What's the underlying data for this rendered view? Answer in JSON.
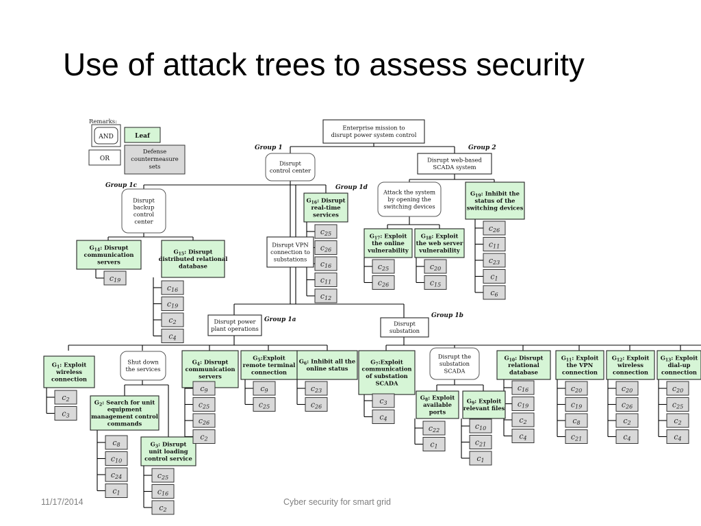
{
  "slide": {
    "title": "Use of attack trees to assess security",
    "footer_date": "11/17/2014",
    "footer_center": "Cyber security for smart grid"
  },
  "colors": {
    "and_node": "#ffffff",
    "leaf_node": "#d6f5d6",
    "countermeasure": "#d9d9d9",
    "line": "#000000"
  },
  "remarks": {
    "heading": "Remarks:",
    "and_label": "AND",
    "leaf_label": "Leaf",
    "or_label": "OR",
    "defense_label": [
      "Defense",
      "countermeasure",
      "sets"
    ]
  },
  "groups": {
    "g1": "Group 1",
    "g2": "Group 2",
    "g1a": "Group 1a",
    "g1b": "Group 1b",
    "g1c": "Group 1c",
    "g1d": "Group 1d"
  },
  "nodes": {
    "root": [
      "Enterprise mission to",
      "disrupt power system control"
    ],
    "control_center": [
      "Disrupt",
      "control center"
    ],
    "scada_web": [
      "Disrupt web-based",
      "SCADA system"
    ],
    "backup_cc": [
      "Disrupt",
      "backup",
      "control",
      "center"
    ],
    "g16": [
      "G16: Disrupt",
      "real-time",
      "services"
    ],
    "attack_switch": [
      "Attack the system",
      "by opening the",
      "switching devices"
    ],
    "g19": [
      "G19: Inhibit the",
      "status of the",
      "switching devices"
    ],
    "g14": [
      "G14: Disrupt",
      "communication",
      "servers"
    ],
    "g15": [
      "G15: Disrupt",
      "distributed relational",
      "database"
    ],
    "vpn": [
      "Disrupt VPN",
      "connection to",
      "substations"
    ],
    "g17": [
      "G17: Exploit",
      "the online",
      "vulnerability"
    ],
    "g18": [
      "G18: Exploit",
      "the web server",
      "vulnerability"
    ],
    "power_plant": [
      "Disrupt power",
      "plant operations"
    ],
    "substation": [
      "Disrupt",
      "substation"
    ],
    "g1": [
      "G1: Exploit",
      "wireless",
      "connection"
    ],
    "shut_down": [
      "Shut down",
      "the services"
    ],
    "g4": [
      "G4: Disrupt",
      "communication",
      "servers"
    ],
    "g5": [
      "G5:Exploit",
      "remote terminal",
      "connection"
    ],
    "g6": [
      "G6: Inhibit all the",
      "online status"
    ],
    "g7": [
      "G7:Exploit",
      "communication",
      "of substation",
      "SCADA"
    ],
    "sub_scada": [
      "Disrupt the",
      "substation",
      "SCADA"
    ],
    "g10": [
      "G10: Disrupt",
      "relational",
      "database"
    ],
    "g11": [
      "G11: Exploit",
      "the VPN",
      "connection"
    ],
    "g12": [
      "G12: Exploit",
      "wireless",
      "connection"
    ],
    "g13": [
      "G13: Exploit",
      "dial-up",
      "connection"
    ],
    "g2": [
      "G2: Search for unit",
      "equipment",
      "management control",
      "commands"
    ],
    "g3": [
      "G3: Disrupt",
      "unit loading",
      "control service"
    ],
    "g8": [
      "G8: Exploit",
      "available",
      "ports"
    ],
    "g9": [
      "G9: Exploit",
      "relevant files"
    ]
  },
  "countermeasures": {
    "g14": [
      "c19"
    ],
    "g15": [
      "c16",
      "c19",
      "c2",
      "c4"
    ],
    "g16": [
      "c25",
      "c26",
      "c16",
      "c11",
      "c12"
    ],
    "g17": [
      "c25",
      "c26"
    ],
    "g18": [
      "c20",
      "c15"
    ],
    "g19": [
      "c26",
      "c11",
      "c23",
      "c1",
      "c6"
    ],
    "g1": [
      "c2",
      "c3"
    ],
    "g4": [
      "c9",
      "c25",
      "c26",
      "c2"
    ],
    "g5": [
      "c9",
      "c25"
    ],
    "g6": [
      "c23",
      "c26"
    ],
    "g7": [
      "c3",
      "c4"
    ],
    "g10": [
      "c16",
      "c19",
      "c2",
      "c4"
    ],
    "g11": [
      "c20",
      "c19",
      "c8",
      "c21"
    ],
    "g12": [
      "c20",
      "c26",
      "c2",
      "c4"
    ],
    "g13": [
      "c20",
      "c25",
      "c2",
      "c4"
    ],
    "g2": [
      "c8",
      "c10",
      "c24",
      "c1"
    ],
    "g3": [
      "c25",
      "c16",
      "c2"
    ],
    "g8": [
      "c22",
      "c1"
    ],
    "g9": [
      "c10",
      "c21",
      "c1"
    ]
  }
}
